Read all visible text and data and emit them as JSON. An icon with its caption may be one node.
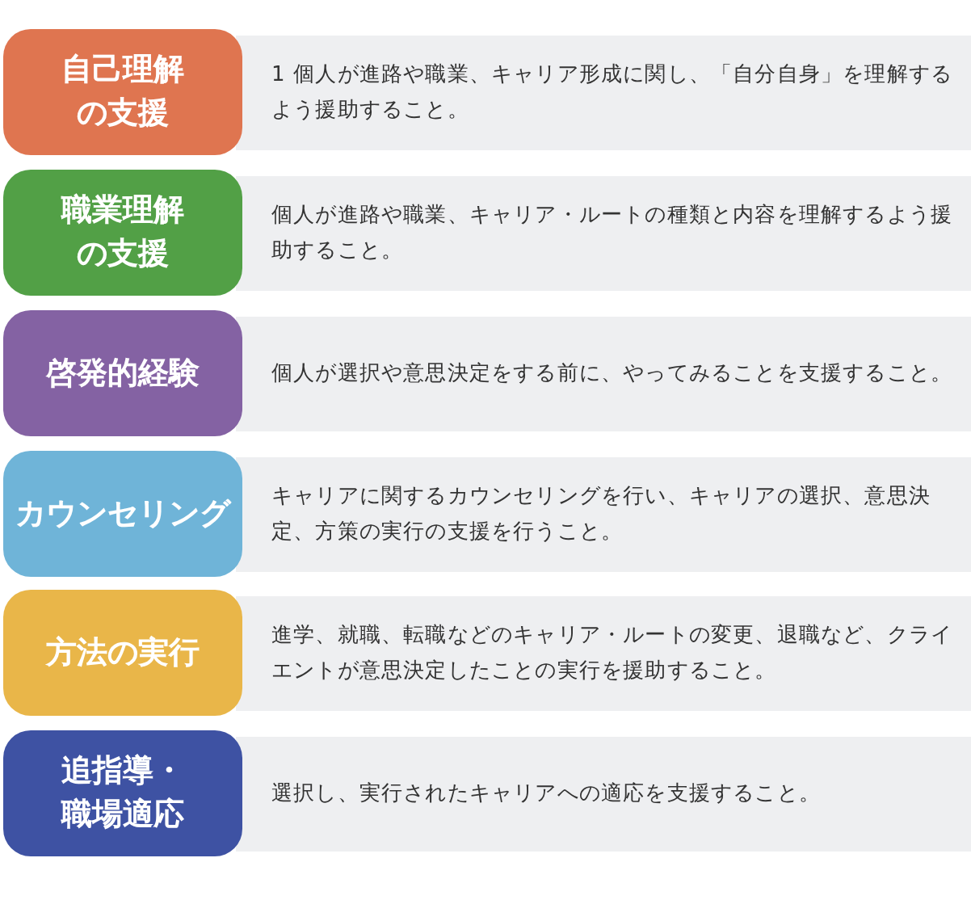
{
  "diagram": {
    "nodes": [
      {
        "text": [
          "自己理解の支援"
        ]
      },
      {
        "text": [
          "1 個人が進路や職業、キャリア形成に関し、「自分自身」を理解するよう援助すること。"
        ]
      },
      {
        "text": [
          "職業理解の支援"
        ]
      },
      {
        "text": [
          "個人が進路や職業、キャリア・ルートの種類と内容を理解するよう援助すること。"
        ]
      },
      {
        "text": [
          "啓発的経験"
        ]
      },
      {
        "text": [
          "個人が選択や意思決定をする前に、やってみることを支援すること。"
        ]
      },
      {
        "text": [
          "カウンセリング"
        ]
      },
      {
        "text": [
          "キャリアに関するカウンセリングを行い、キャリアの選択、意思決定、方策の実行の支援を行うこと。"
        ]
      },
      {
        "text": [
          "方法の実行"
        ]
      },
      {
        "text": [
          "進学、就職、転職などのキャリア・ルートの変更、退職など、クライエントが意思決定したことの実行を援助すること。"
        ]
      },
      {
        "text": [
          "追指導・職場適応"
        ]
      },
      {
        "text": [
          "選択し、実行されたキャリアへの適応を支援すること。"
        ]
      }
    ]
  }
}
